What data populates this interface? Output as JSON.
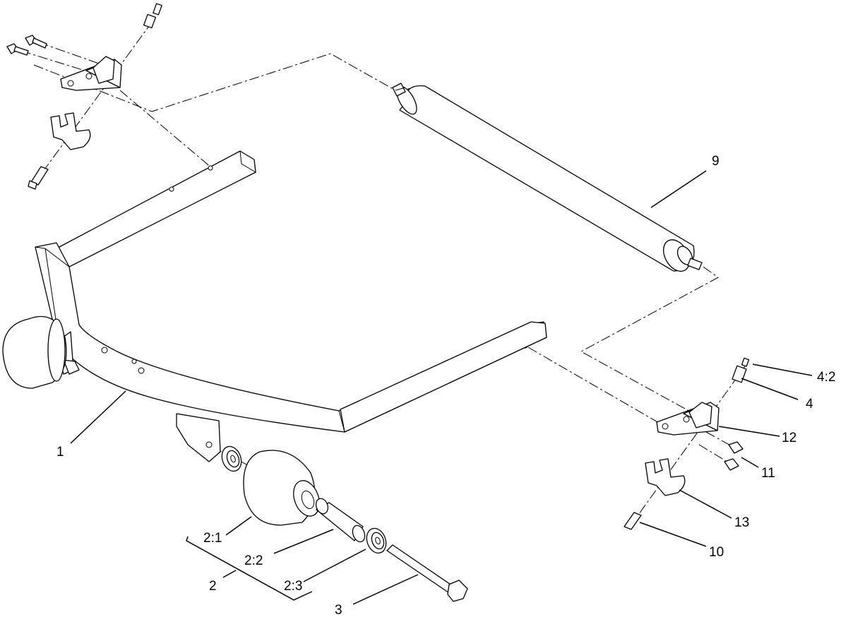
{
  "callouts": {
    "c1": "1",
    "c2": "2",
    "c2_1": "2:1",
    "c2_2": "2:2",
    "c2_3": "2:3",
    "c3": "3",
    "c4": "4",
    "c4_2": "4:2",
    "c9": "9",
    "c10": "10",
    "c11": "11",
    "c12": "12",
    "c13": "13"
  }
}
